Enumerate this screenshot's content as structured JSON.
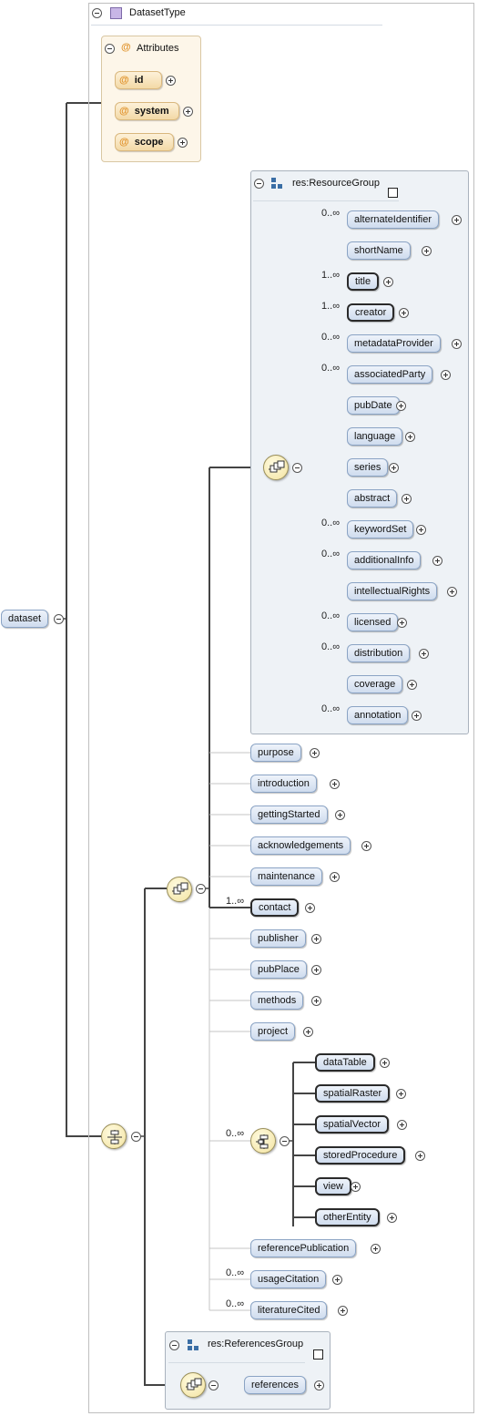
{
  "root": {
    "label": "dataset"
  },
  "type_box": {
    "title": "DatasetType"
  },
  "attributes": {
    "title": "Attributes",
    "items": [
      {
        "label": "id"
      },
      {
        "label": "system"
      },
      {
        "label": "scope"
      }
    ]
  },
  "resource_group": {
    "title": "res:ResourceGroup",
    "items": [
      {
        "label": "alternateIdentifier",
        "card": "0..∞",
        "required": false
      },
      {
        "label": "shortName",
        "card": "",
        "required": false
      },
      {
        "label": "title",
        "card": "1..∞",
        "required": true
      },
      {
        "label": "creator",
        "card": "1..∞",
        "required": true
      },
      {
        "label": "metadataProvider",
        "card": "0..∞",
        "required": false
      },
      {
        "label": "associatedParty",
        "card": "0..∞",
        "required": false
      },
      {
        "label": "pubDate",
        "card": "",
        "required": false
      },
      {
        "label": "language",
        "card": "",
        "required": false
      },
      {
        "label": "series",
        "card": "",
        "required": false
      },
      {
        "label": "abstract",
        "card": "",
        "required": false
      },
      {
        "label": "keywordSet",
        "card": "0..∞",
        "required": false
      },
      {
        "label": "additionalInfo",
        "card": "0..∞",
        "required": false
      },
      {
        "label": "intellectualRights",
        "card": "",
        "required": false
      },
      {
        "label": "licensed",
        "card": "0..∞",
        "required": false
      },
      {
        "label": "distribution",
        "card": "0..∞",
        "required": false
      },
      {
        "label": "coverage",
        "card": "",
        "required": false
      },
      {
        "label": "annotation",
        "card": "0..∞",
        "required": false
      }
    ]
  },
  "sequence_items": [
    {
      "label": "purpose",
      "card": "",
      "required": false
    },
    {
      "label": "introduction",
      "card": "",
      "required": false
    },
    {
      "label": "gettingStarted",
      "card": "",
      "required": false
    },
    {
      "label": "acknowledgements",
      "card": "",
      "required": false
    },
    {
      "label": "maintenance",
      "card": "",
      "required": false
    },
    {
      "label": "contact",
      "card": "1..∞",
      "required": true
    },
    {
      "label": "publisher",
      "card": "",
      "required": false
    },
    {
      "label": "pubPlace",
      "card": "",
      "required": false
    },
    {
      "label": "methods",
      "card": "",
      "required": false
    },
    {
      "label": "project",
      "card": "",
      "required": false
    }
  ],
  "entity_choice": {
    "card": "0..∞",
    "items": [
      {
        "label": "dataTable"
      },
      {
        "label": "spatialRaster"
      },
      {
        "label": "spatialVector"
      },
      {
        "label": "storedProcedure"
      },
      {
        "label": "view"
      },
      {
        "label": "otherEntity"
      }
    ]
  },
  "sequence_items_after": [
    {
      "label": "referencePublication",
      "card": "",
      "required": false
    },
    {
      "label": "usageCitation",
      "card": "0..∞",
      "required": false
    },
    {
      "label": "literatureCited",
      "card": "0..∞",
      "required": false
    }
  ],
  "references_group": {
    "title": "res:ReferencesGroup",
    "items": [
      {
        "label": "references"
      }
    ]
  },
  "icons": {
    "type": "complex-type-icon",
    "attribute": "at-sign-icon",
    "group": "group-ref-icon",
    "sequence": "sequence-compositor-icon",
    "choice": "choice-compositor-icon",
    "expand": "plus-circle-icon",
    "collapse": "minus-circle-icon",
    "link": "external-link-icon"
  },
  "colors": {
    "element_fill": "#cfdcee",
    "element_border": "#8aa3c4",
    "attribute_fill": "#f3d9a6",
    "attribute_symbol": "#e0922a",
    "compositor_fill": "#f3e3a0",
    "type_icon": "#c8b6e6",
    "group_icon": "#3a6ea5"
  }
}
